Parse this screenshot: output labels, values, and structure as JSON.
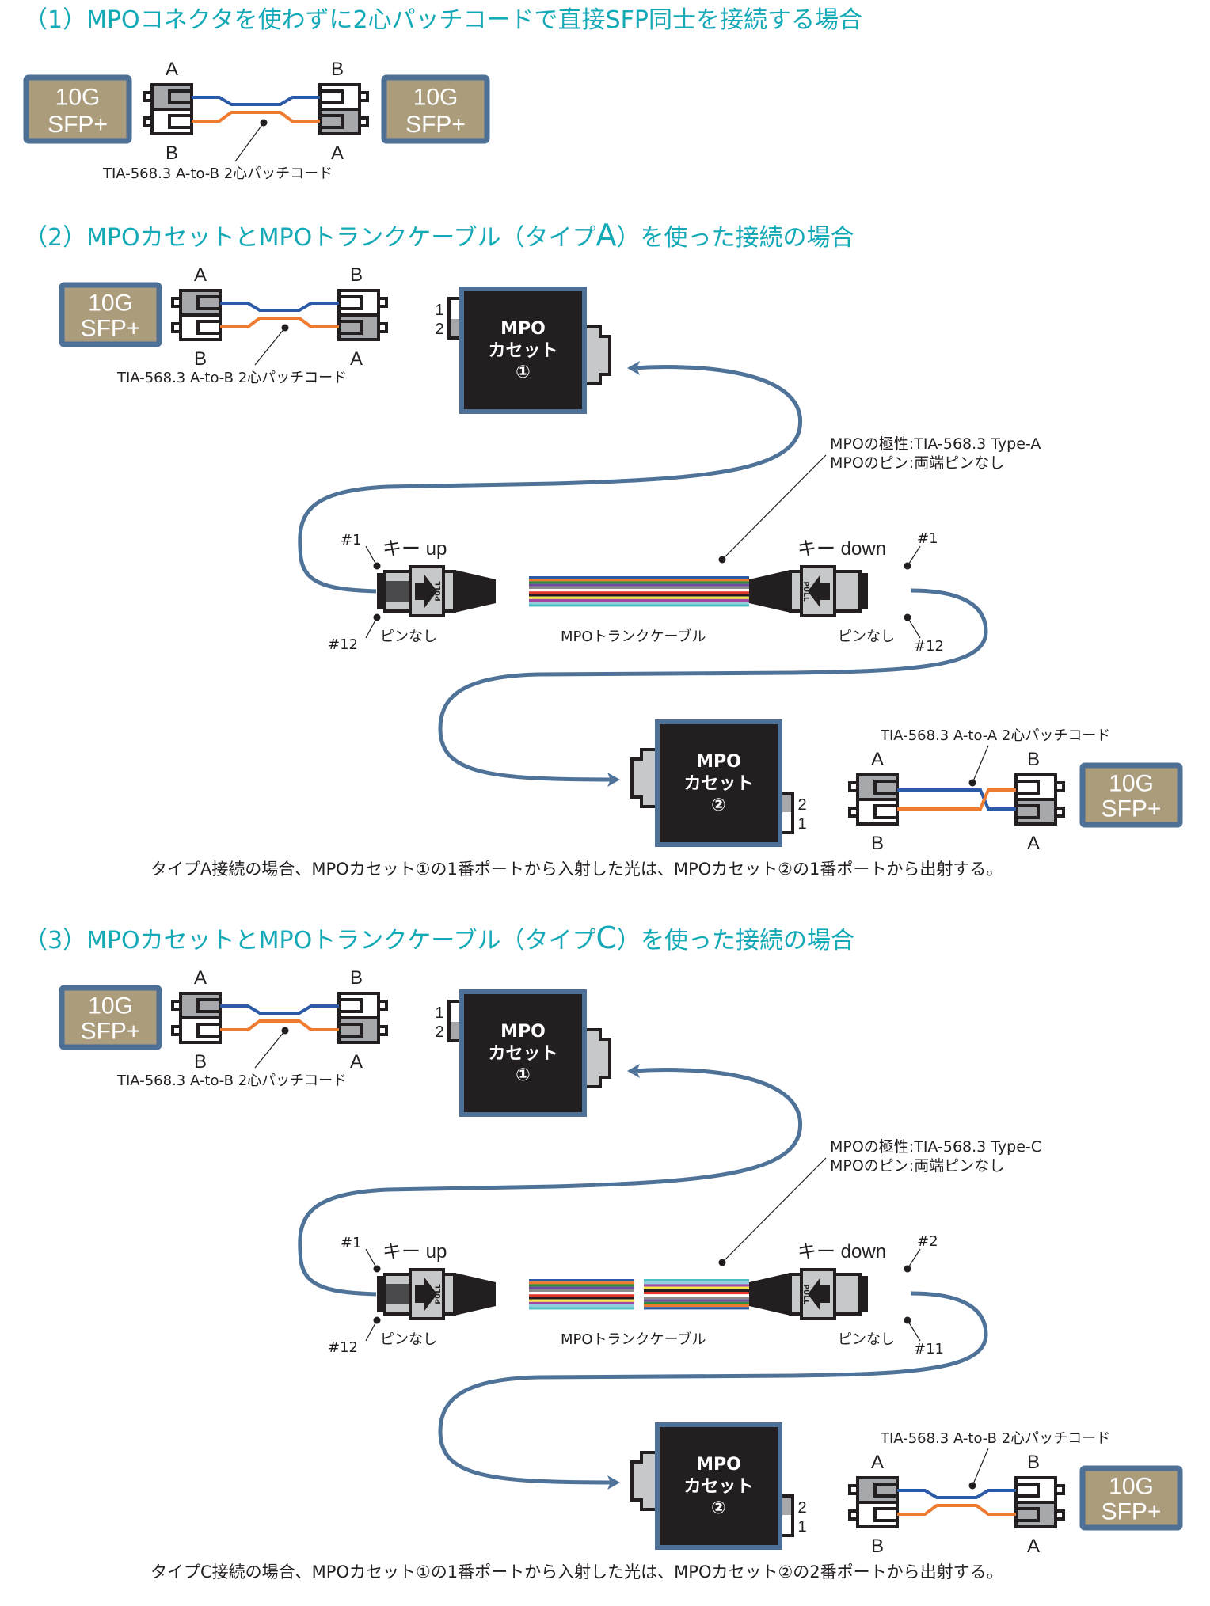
{
  "colors": {
    "title": "#13a9b6",
    "sfp_fill": "#ab9c7c",
    "sfp_border": "#4e6f96",
    "cable_blue": "#2b5aa6",
    "cable_orange": "#ef7b30",
    "trunk_loop": "#4f7298",
    "cassette_fill": "#231f20",
    "connector_gray": "#a6a8ab",
    "connector_light": "#c7c8ca",
    "ribbon": [
      "#2b5aa6",
      "#ef7b30",
      "#2e8b3c",
      "#6d4a9c",
      "#8a8c8e",
      "#ffffff",
      "#e2382b",
      "#231f20",
      "#f3e84a",
      "#a347a0",
      "#8fd0df",
      "#4dc0c3"
    ]
  },
  "sfp_label": [
    "10G",
    "SFP+"
  ],
  "sections": [
    {
      "title_prefix": "（1）MPOコネクタを使わずに2心パッチコードで直接SFP同士を接続する場合",
      "patch_cord": {
        "label": "TIA-568.3 A-to-B 2心パッチコード",
        "left_top": "A",
        "left_bottom": "B",
        "right_top": "B",
        "right_bottom": "A"
      }
    },
    {
      "title_prefix": "（2）MPOカセットとMPOトランクケーブル（タイプ",
      "title_type": "A",
      "title_suffix": "）を使った接続の場合",
      "patch_left": {
        "label": "TIA-568.3 A-to-B 2心パッチコード",
        "left_top": "A",
        "left_bottom": "B",
        "right_top": "B",
        "right_bottom": "A"
      },
      "cassette1": {
        "line1": "MPO",
        "line2": "カセット",
        "line3": "①",
        "port_top": "1",
        "port_bottom": "2"
      },
      "mpo_note": [
        "MPOの極性:TIA-568.3 Type-A",
        "MPOのピン:両端ピンなし"
      ],
      "trunk": {
        "label": "MPOトランクケーブル",
        "left_key": "キー up",
        "right_key": "キー down",
        "left_pin": "ピンなし",
        "right_pin": "ピンなし",
        "left_top_fiber": "#1",
        "left_bottom_fiber": "#12",
        "right_top_fiber": "#1",
        "right_bottom_fiber": "#12",
        "pull": "PULL"
      },
      "cassette2": {
        "line1": "MPO",
        "line2": "カセット",
        "line3": "②",
        "port_top": "2",
        "port_bottom": "1"
      },
      "patch_right": {
        "label": "TIA-568.3 A-to-A 2心パッチコード",
        "left_top": "A",
        "left_bottom": "B",
        "right_top": "B",
        "right_bottom": "A"
      },
      "caption": "タイプA接続の場合、MPOカセット①の1番ポートから入射した光は、MPOカセット②の1番ポートから出射する。"
    },
    {
      "title_prefix": "（3）MPOカセットとMPOトランクケーブル（タイプ",
      "title_type": "C",
      "title_suffix": "）を使った接続の場合",
      "patch_left": {
        "label": "TIA-568.3 A-to-B 2心パッチコード",
        "left_top": "A",
        "left_bottom": "B",
        "right_top": "B",
        "right_bottom": "A"
      },
      "cassette1": {
        "line1": "MPO",
        "line2": "カセット",
        "line3": "①",
        "port_top": "1",
        "port_bottom": "2"
      },
      "mpo_note": [
        "MPOの極性:TIA-568.3 Type-C",
        "MPOのピン:両端ピンなし"
      ],
      "trunk": {
        "label": "MPOトランクケーブル",
        "left_key": "キー up",
        "right_key": "キー down",
        "left_pin": "ピンなし",
        "right_pin": "ピンなし",
        "left_top_fiber": "#1",
        "left_bottom_fiber": "#12",
        "right_top_fiber": "#2",
        "right_bottom_fiber": "#11",
        "pull": "PULL"
      },
      "cassette2": {
        "line1": "MPO",
        "line2": "カセット",
        "line3": "②",
        "port_top": "2",
        "port_bottom": "1"
      },
      "patch_right": {
        "label": "TIA-568.3 A-to-B 2心パッチコード",
        "left_top": "A",
        "left_bottom": "B",
        "right_top": "B",
        "right_bottom": "A"
      },
      "caption": "タイプC接続の場合、MPOカセット①の1番ポートから入射した光は、MPOカセット②の2番ポートから出射する。"
    }
  ]
}
